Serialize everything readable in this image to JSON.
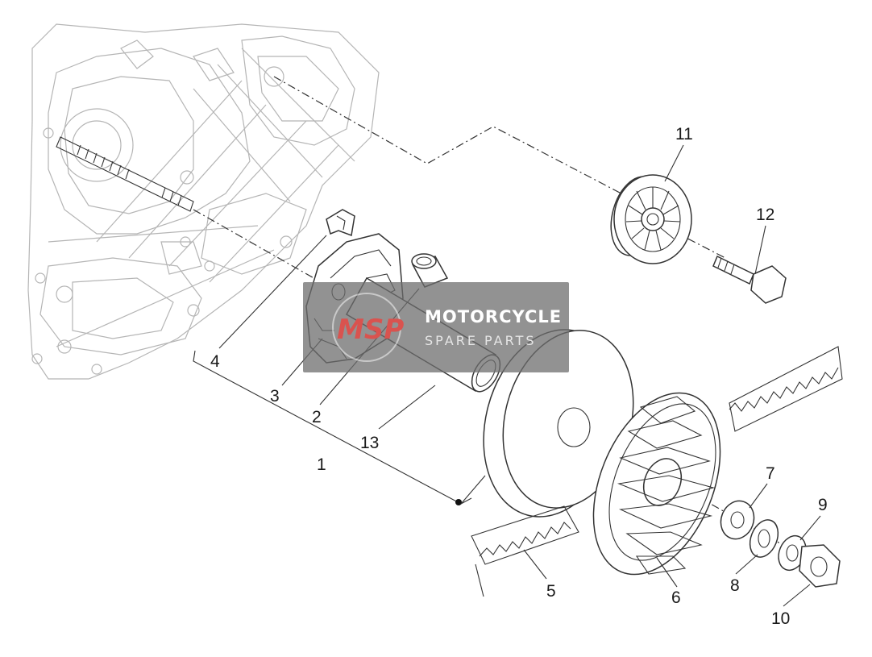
{
  "callouts": [
    {
      "id": "1",
      "label": "1"
    },
    {
      "id": "2",
      "label": "2"
    },
    {
      "id": "3",
      "label": "3"
    },
    {
      "id": "4",
      "label": "4"
    },
    {
      "id": "5",
      "label": "5"
    },
    {
      "id": "6",
      "label": "6"
    },
    {
      "id": "7",
      "label": "7"
    },
    {
      "id": "8",
      "label": "8"
    },
    {
      "id": "9",
      "label": "9"
    },
    {
      "id": "10",
      "label": "10"
    },
    {
      "id": "11",
      "label": "11"
    },
    {
      "id": "12",
      "label": "12"
    },
    {
      "id": "13",
      "label": "13"
    }
  ],
  "watermark": {
    "logo": "MSP",
    "title": "MOTORCYCLE",
    "subtitle": "SPARE PARTS",
    "accent_color": "#d9534f",
    "bg_color": "#6e6e6e"
  }
}
